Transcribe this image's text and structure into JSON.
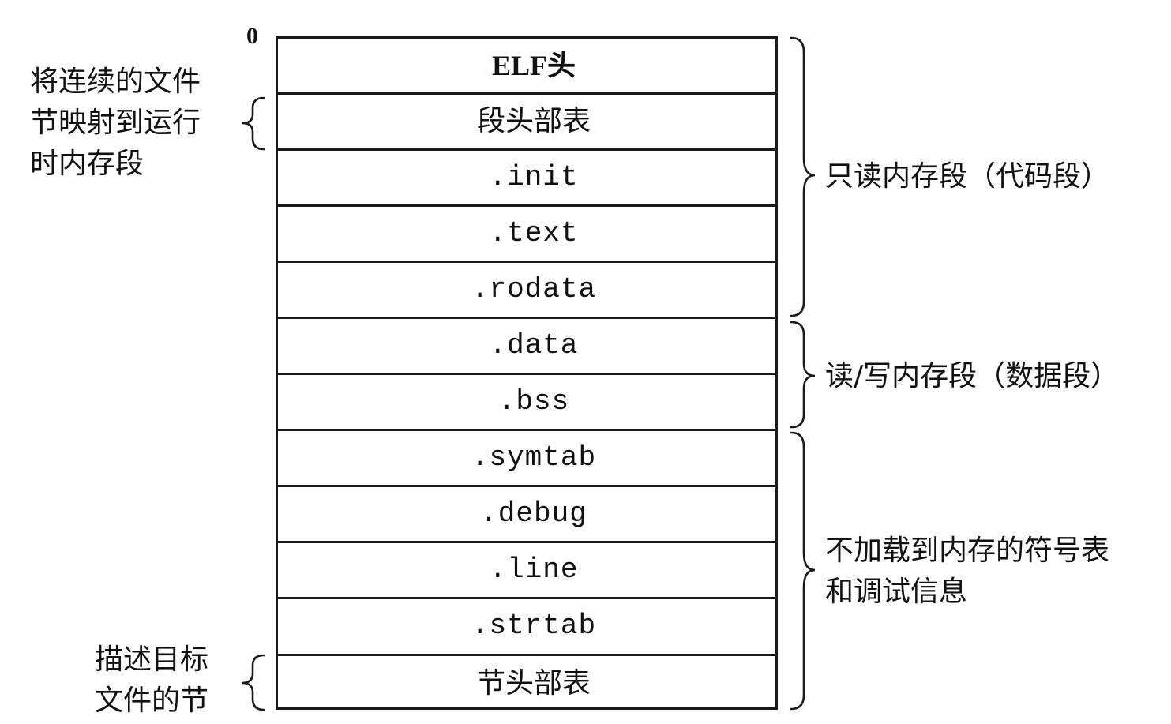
{
  "start_label": "0",
  "sections": [
    {
      "label": "ELF头",
      "style": "bold"
    },
    {
      "label": "段头部表",
      "style": "cjk"
    },
    {
      "label": ".init",
      "style": "mono"
    },
    {
      "label": ".text",
      "style": "mono"
    },
    {
      "label": ".rodata",
      "style": "mono"
    },
    {
      "label": ".data",
      "style": "mono"
    },
    {
      "label": ".bss",
      "style": "mono"
    },
    {
      "label": ".symtab",
      "style": "mono"
    },
    {
      "label": ".debug",
      "style": "mono"
    },
    {
      "label": ".line",
      "style": "mono"
    },
    {
      "label": ".strtab",
      "style": "mono"
    },
    {
      "label": "节头部表",
      "style": "cjk"
    }
  ],
  "left_notes": {
    "map_sections": [
      "将连续的文件",
      "节映射到运行",
      "时内存段"
    ],
    "describe_sections": [
      "描述目标",
      "文件的节"
    ]
  },
  "right_notes": {
    "read_only": "只读内存段（代码段）",
    "read_write": "读/写内存段（数据段）",
    "not_loaded": [
      "不加载到内存的符号表",
      "和调试信息"
    ]
  }
}
